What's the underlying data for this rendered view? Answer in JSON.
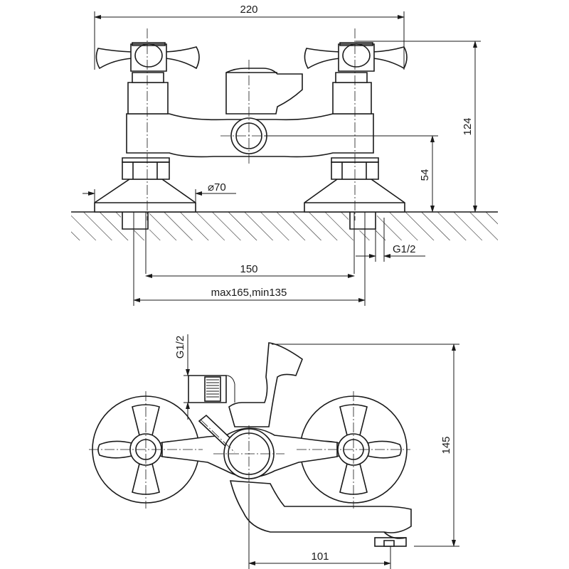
{
  "top_view": {
    "dim_width_total": "220",
    "dim_height_total": "124",
    "dim_inlet_height": "54",
    "dim_flange_dia": "⌀70",
    "dim_thread": "G1/2",
    "dim_center_distance": "150",
    "dim_adjust_range": "max165,min135"
  },
  "front_view": {
    "dim_thread": "G1/2",
    "dim_height": "145",
    "dim_spout_reach": "101"
  }
}
